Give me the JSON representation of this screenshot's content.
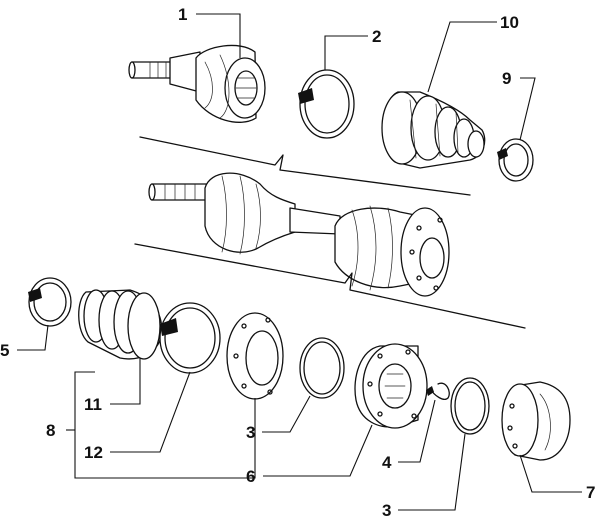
{
  "callouts": {
    "c1": "1",
    "c2": "2",
    "c10": "10",
    "c9": "9",
    "c5": "5",
    "c8": "8",
    "c11": "11",
    "c12": "12",
    "c3a": "3",
    "c6": "6",
    "c4": "4",
    "c3b": "3",
    "c7": "7"
  },
  "colors": {
    "ink": "#111111",
    "paper": "#ffffff"
  }
}
